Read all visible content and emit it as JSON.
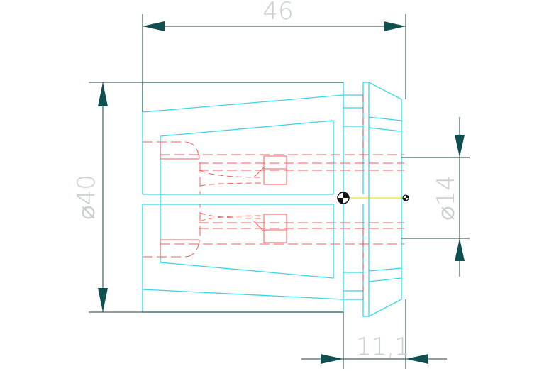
{
  "drawing": {
    "dimensions": {
      "overall_length": "46",
      "outer_diameter": "⌀40",
      "bore_diameter": "⌀14",
      "front_length": "11,1"
    },
    "colors": {
      "outline": "#35d7e6",
      "hidden": "#ff5a5a",
      "dimension": "#1d3c3c",
      "dimension_text": "#c9cfcf",
      "arrow": "#0f4f4f",
      "center_line": "#e8d800",
      "background": "#ffffff"
    }
  }
}
